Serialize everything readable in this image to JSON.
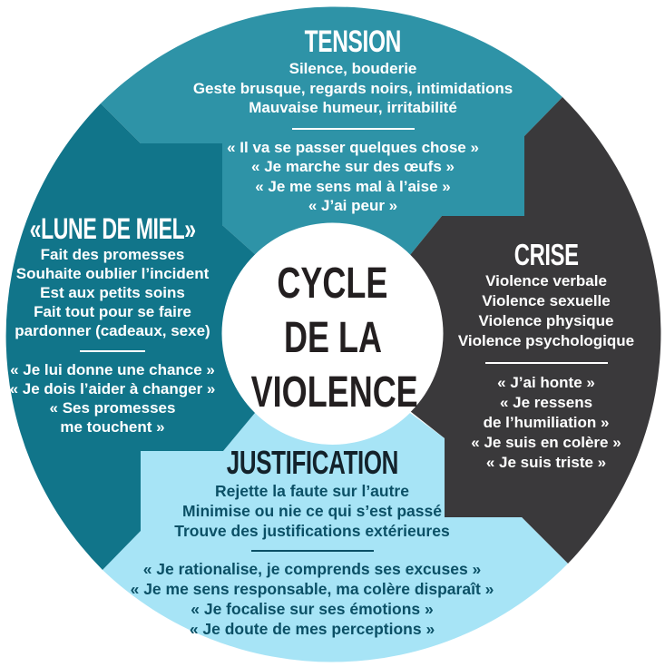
{
  "title": "Cycle de la violence",
  "colors": {
    "tension_bg": "#2e93a7",
    "crise_bg": "#3a393b",
    "justification_bg": "#a7e4f6",
    "lune_bg": "#11758a",
    "center_bg": "#ffffff",
    "center_text": "#231f20",
    "light_section_text": "#0b5066",
    "justification_title": "#13222b",
    "dark_section_text": "#ffffff"
  },
  "center": {
    "lines": [
      "CYCLE",
      "DE LA",
      "VIOLENCE"
    ]
  },
  "quadrants": {
    "tension": {
      "title": "TENSION",
      "behaviors": [
        "Silence, bouderie",
        "Geste brusque, regards noirs, intimidations",
        "Mauvaise humeur, irritabilité"
      ],
      "quotes": [
        "« Il va se passer quelques chose »",
        "« Je marche sur des œufs »",
        "« Je me sens mal à l’aise »",
        "« J’ai peur »"
      ]
    },
    "crise": {
      "title": "CRISE",
      "behaviors": [
        "Violence verbale",
        "Violence sexuelle",
        "Violence physique",
        "Violence psychologique"
      ],
      "quotes": [
        "« J’ai honte »",
        "« Je ressens",
        "de l’humiliation »",
        "« Je suis en colère »",
        "« Je suis triste »"
      ]
    },
    "justification": {
      "title": "JUSTIFICATION",
      "behaviors": [
        "Rejette la faute sur l’autre",
        "Minimise ou nie ce qui s’est passé",
        "Trouve des justifications extérieures"
      ],
      "quotes": [
        "« Je rationalise, je comprends ses excuses »",
        "« Je me sens responsable, ma colère disparaît »",
        "« Je focalise sur ses émotions »",
        "« Je doute de mes perceptions »"
      ]
    },
    "lune": {
      "title": "«LUNE DE MIEL»",
      "behaviors": [
        "Fait des promesses",
        "Souhaite oublier l’incident",
        "Est aux petits soins",
        "Fait tout pour se faire",
        "pardonner (cadeaux, sexe)"
      ],
      "quotes": [
        "« Je lui donne une chance »",
        "« Je dois l’aider à changer »",
        "« Ses promesses",
        "me touchent »"
      ]
    }
  }
}
